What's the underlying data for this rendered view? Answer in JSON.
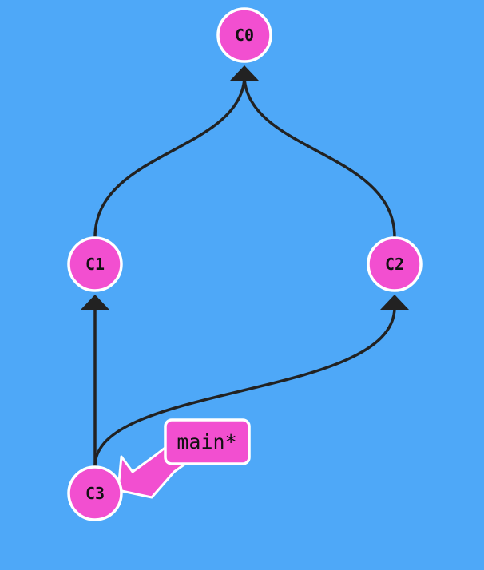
{
  "colors": {
    "background": "#4ea8f8",
    "commit_fill": "#f24fd0",
    "commit_stroke": "#ffffff",
    "edge": "#222222"
  },
  "commits": {
    "c0": {
      "label": "C0"
    },
    "c1": {
      "label": "C1"
    },
    "c2": {
      "label": "C2"
    },
    "c3": {
      "label": "C3"
    }
  },
  "branch": {
    "label": "main*"
  }
}
